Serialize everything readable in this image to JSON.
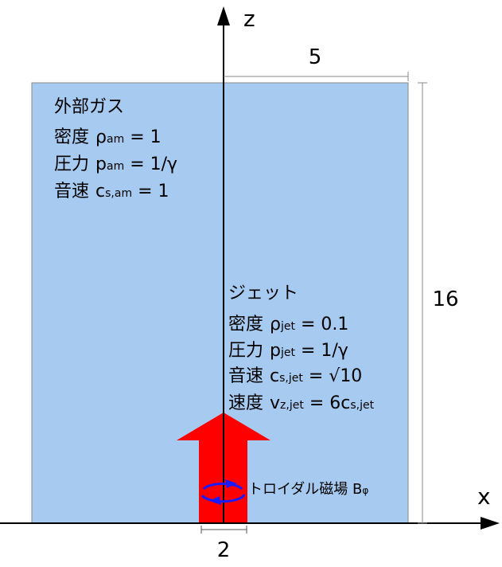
{
  "axes": {
    "x_label": "x",
    "z_label": "z"
  },
  "dimensions": {
    "half_width": "5",
    "height": "16",
    "jet_width": "2"
  },
  "ambient": {
    "title": "外部ガス",
    "density": {
      "label": "密度",
      "sym": "ρ",
      "sub": "am",
      "rhs": " = 1"
    },
    "pressure": {
      "label": "圧力",
      "sym": "p",
      "sub": "am",
      "rhs": " = 1/γ"
    },
    "sound_speed": {
      "label": "音速",
      "sym": "c",
      "sub": "s,am",
      "rhs": " = 1"
    }
  },
  "jet": {
    "title": "ジェット",
    "density": {
      "label": "密度",
      "sym": "ρ",
      "sub": "jet",
      "rhs": " = 0.1"
    },
    "pressure": {
      "label": "圧力",
      "sym": "p",
      "sub": "jet",
      "rhs": " = 1/γ"
    },
    "sound_speed": {
      "label": "音速",
      "sym": "c",
      "sub": "s,jet",
      "rhs": " = √10"
    },
    "velocity": {
      "label": "速度",
      "sym": "v",
      "sub": "z,jet",
      "rhs": " = 6c",
      "sub2": "s,jet"
    }
  },
  "magnetic_field": {
    "label": "トロイダル磁場 B",
    "sub": "φ"
  },
  "colors": {
    "domain_fill": "#a6caf0",
    "domain_stroke": "#8a8a8a",
    "jet_arrow": "#ff0000",
    "field_loop": "#1a1aff",
    "axis": "#000000"
  }
}
